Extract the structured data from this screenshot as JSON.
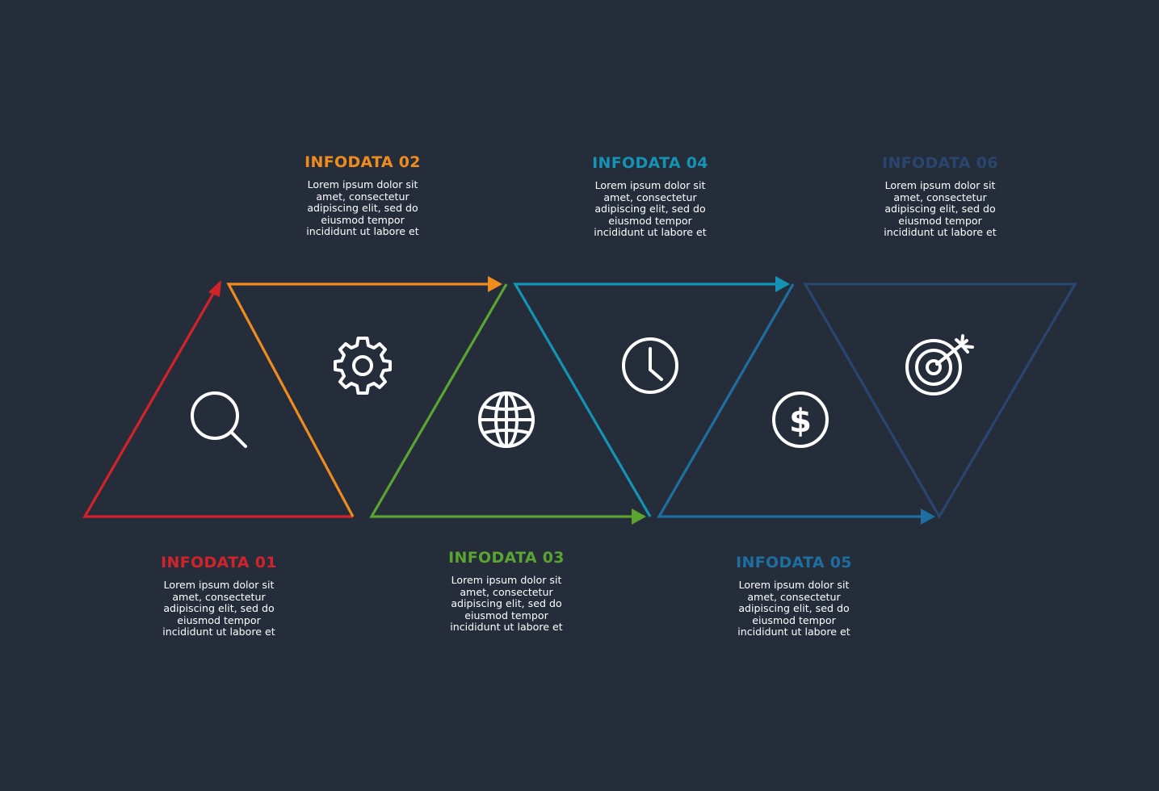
{
  "steps": [
    {
      "title": "INFODATA  01",
      "color": "#d2232a",
      "icon": "search-icon",
      "lines": [
        "Lorem ipsum dolor sit",
        "amet, consectetur",
        "adipiscing elit, sed do",
        "eiusmod tempor",
        "incididunt ut labore et"
      ]
    },
    {
      "title": "INFODATA  02",
      "color": "#f08c1e",
      "icon": "gear-icon",
      "lines": [
        "Lorem ipsum dolor sit",
        "amet, consectetur",
        "adipiscing elit, sed do",
        "eiusmod tempor",
        "incididunt ut labore et"
      ]
    },
    {
      "title": "INFODATA  03",
      "color": "#5aa532",
      "icon": "globe-icon",
      "lines": [
        "Lorem ipsum dolor sit",
        "amet, consectetur",
        "adipiscing elit, sed do",
        "eiusmod tempor",
        "incididunt ut labore et"
      ]
    },
    {
      "title": "INFODATA  04",
      "color": "#1593b4",
      "icon": "clock-icon",
      "lines": [
        "Lorem ipsum dolor sit",
        "amet, consectetur",
        "adipiscing elit, sed do",
        "eiusmod tempor",
        "incididunt ut labore et"
      ]
    },
    {
      "title": "INFODATA  05",
      "color": "#1e6ea0",
      "icon": "dollar-icon",
      "lines": [
        "Lorem ipsum dolor sit",
        "amet, consectetur",
        "adipiscing elit, sed do",
        "eiusmod tempor",
        "incididunt ut labore et"
      ]
    },
    {
      "title": "INFODATA  06",
      "color": "#29466e",
      "icon": "target-icon",
      "lines": [
        "Lorem ipsum dolor sit",
        "amet, consectetur",
        "adipiscing elit, sed do",
        "eiusmod tempor",
        "incididunt ut labore et"
      ]
    }
  ]
}
